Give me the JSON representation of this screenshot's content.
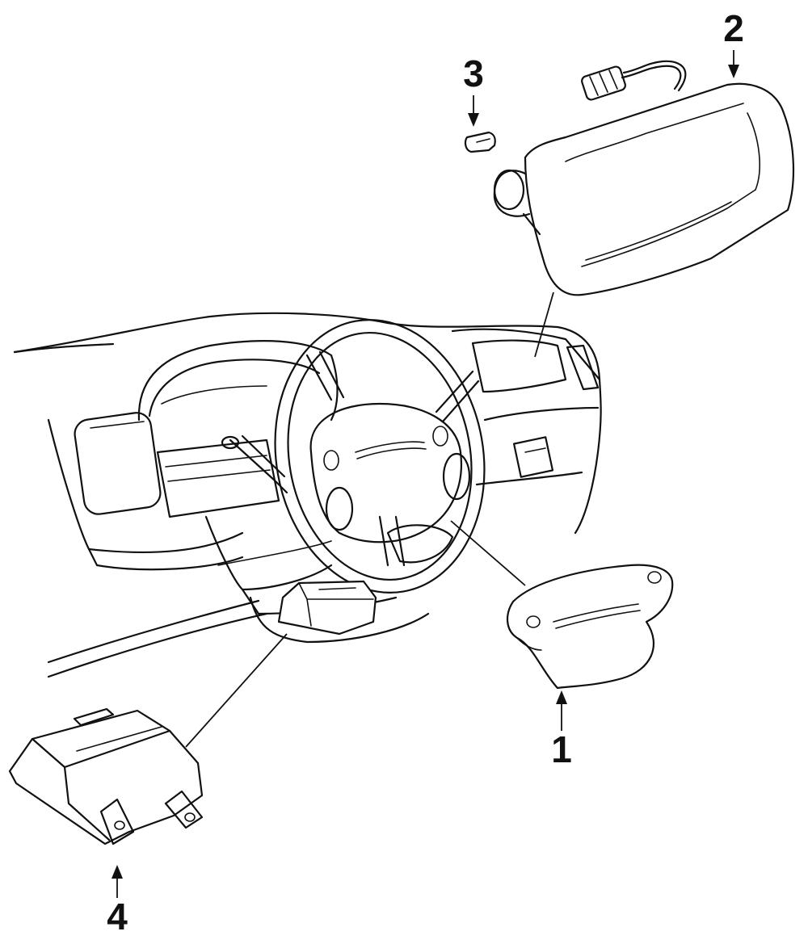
{
  "diagram": {
    "callouts": [
      {
        "id": "1",
        "text": "1",
        "part": "driver-airbag-module"
      },
      {
        "id": "2",
        "text": "2",
        "part": "passenger-airbag-module"
      },
      {
        "id": "3",
        "text": "3",
        "part": "sensor-clip"
      },
      {
        "id": "4",
        "text": "4",
        "part": "diagnostic-control-module"
      }
    ],
    "line_color": "#111111",
    "background": "#ffffff"
  }
}
